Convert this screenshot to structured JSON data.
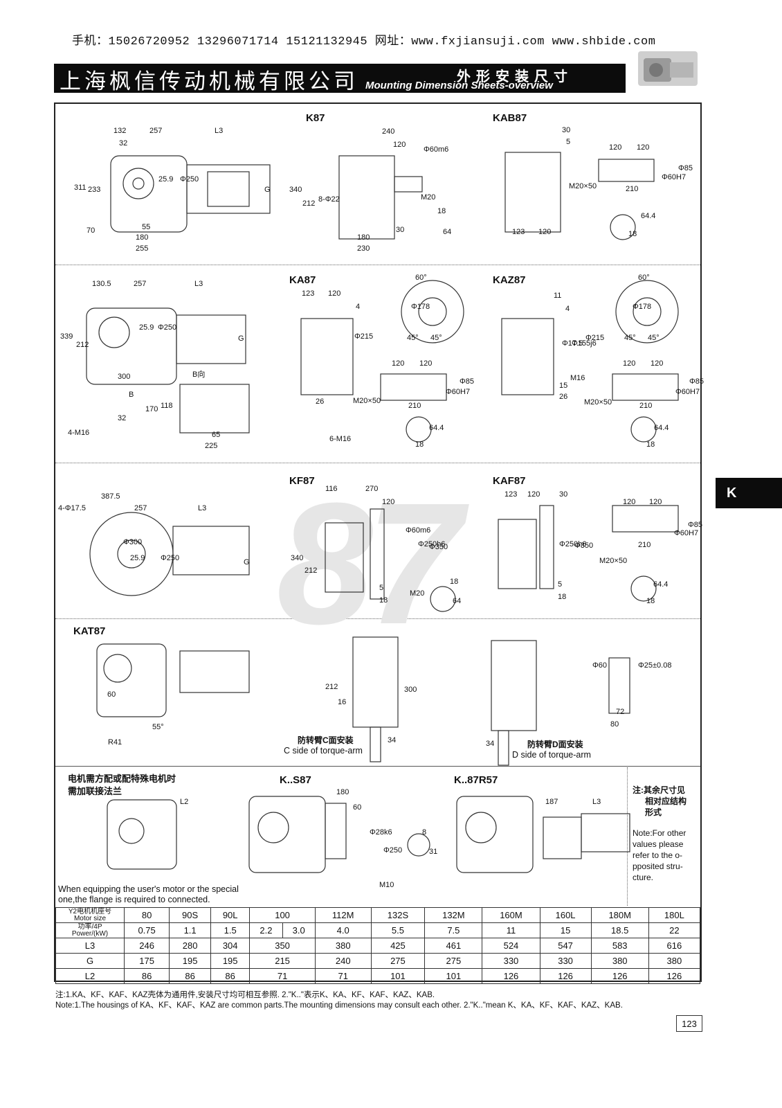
{
  "header": {
    "contact": "手机：15026720952  13296071714  15121132945 网址：www.fxjiansuji.com  www.shbide.com",
    "company": "上海枫信传动机械有限公司",
    "title_cn": "外形安装尺寸",
    "title_en": "Mounting Dimension Sheets-overview"
  },
  "side_tab": "K",
  "watermark": "87",
  "models": {
    "k87": "K87",
    "kab87": "KAB87",
    "ka87": "KA87",
    "kaz87": "KAZ87",
    "kf87": "KF87",
    "kaf87": "KAF87",
    "kat87": "KAT87",
    "ks87": "K..S87",
    "k87r57": "K..87R57"
  },
  "dims": {
    "k87_side": [
      "132",
      "257",
      "L3",
      "32",
      "311",
      "233",
      "25.9",
      "Φ250",
      "G",
      "70",
      "55",
      "180",
      "255"
    ],
    "k87_front": [
      "240",
      "120",
      "Φ60m6",
      "340",
      "212",
      "8-Φ22",
      "M20",
      "30",
      "180",
      "230",
      "18",
      "64"
    ],
    "kab87": [
      "30",
      "5",
      "120",
      "120",
      "Φ85",
      "M20×50",
      "Φ60H7",
      "210",
      "123",
      "120",
      "64.4",
      "18"
    ],
    "ka87_side": [
      "130.5",
      "257",
      "L3",
      "339",
      "212",
      "25.9",
      "Φ250",
      "G",
      "300",
      "B",
      "B向",
      "170",
      "118",
      "65",
      "225",
      "32",
      "4-M16"
    ],
    "ka87_front": [
      "123",
      "120",
      "4",
      "Φ215",
      "60°",
      "Φ178",
      "45°",
      "45°",
      "120",
      "120",
      "Φ85",
      "M20×50",
      "Φ60H7",
      "210",
      "26",
      "6-M16",
      "64.4",
      "18"
    ],
    "kaz87": [
      "11",
      "4",
      "Φ155j6",
      "Φ17.5",
      "Φ215",
      "M16",
      "15",
      "26",
      "60°",
      "Φ178",
      "45°",
      "45°",
      "120",
      "120",
      "Φ85",
      "M20×50",
      "Φ60H7",
      "210",
      "64.4",
      "18"
    ],
    "kf87_side": [
      "4-Φ17.5",
      "387.5",
      "257",
      "L3",
      "Φ300",
      "25.9",
      "Φ250",
      "G"
    ],
    "kf87_front": [
      "116",
      "270",
      "120",
      "Φ60m6",
      "Φ250h6",
      "Φ350",
      "340",
      "212",
      "5",
      "18",
      "M20",
      "18",
      "64"
    ],
    "kaf87": [
      "123",
      "120",
      "30",
      "Φ250h6",
      "Φ350",
      "5",
      "18",
      "120",
      "120",
      "Φ85",
      "Φ60H7",
      "210",
      "M20×50",
      "64.4",
      "18"
    ],
    "kat87": [
      "60",
      "55°",
      "R41",
      "212",
      "16",
      "300",
      "34",
      "34",
      "Φ60",
      "Φ25±0.08",
      "72",
      "80"
    ],
    "ks87": [
      "L2",
      "180",
      "60",
      "Φ28k6",
      "Φ250",
      "M10",
      "8",
      "31"
    ],
    "k87r57": [
      "187",
      "L3"
    ]
  },
  "labels": {
    "torque_c_cn": "防转臂C面安装",
    "torque_c_en": "C side of torque-arm",
    "torque_d_cn": "防转臂D面安装",
    "torque_d_en": "D side of torque-arm",
    "motor_note_cn_1": "电机需方配或配特殊电机时",
    "motor_note_cn_2": "需加联接法兰",
    "motor_note_en_1": "When equipping the user's motor or the special",
    "motor_note_en_2": "one,the flange is required to connected.",
    "right_note_cn_1": "注:其余尺寸见",
    "right_note_cn_2": "相对应结构",
    "right_note_cn_3": "形式",
    "right_note_en": "Note:For other values please refer to the o-pposited stru-cture."
  },
  "table": {
    "row_labels": {
      "motor_cn": "Y2电机机座号",
      "motor_en": "Motor size",
      "power_cn": "功率/4P",
      "power_en": "Power/(kW)",
      "l3": "L3",
      "g": "G",
      "l2": "L2"
    },
    "motor_sizes": [
      "80",
      "90S",
      "90L",
      "100",
      "112M",
      "132S",
      "132M",
      "160M",
      "160L",
      "180M",
      "180L"
    ],
    "power": [
      "0.75",
      "1.1",
      "1.5",
      "2.2",
      "3.0",
      "4.0",
      "5.5",
      "7.5",
      "11",
      "15",
      "18.5",
      "22"
    ],
    "l3": [
      "246",
      "280",
      "304",
      "350",
      "380",
      "425",
      "461",
      "524",
      "547",
      "583",
      "616"
    ],
    "g": [
      "175",
      "195",
      "195",
      "215",
      "240",
      "275",
      "275",
      "330",
      "330",
      "380",
      "380"
    ],
    "l2": [
      "86",
      "86",
      "86",
      "71",
      "71",
      "101",
      "101",
      "126",
      "126",
      "126",
      "126"
    ]
  },
  "footer": {
    "note_cn": "注:1.KA、KF、KAF、KAZ壳体为通用件,安装尺寸均可相互参照.   2.\"K..\"表示K、KA、KF、KAF、KAZ、KAB.",
    "note_en": "Note:1.The housings of KA、KF、KAF、KAZ are common parts.The mounting dimensions may consult each other.  2.\"K..\"mean K、KA、KF、KAF、KAZ、KAB.",
    "page_number": "123"
  }
}
